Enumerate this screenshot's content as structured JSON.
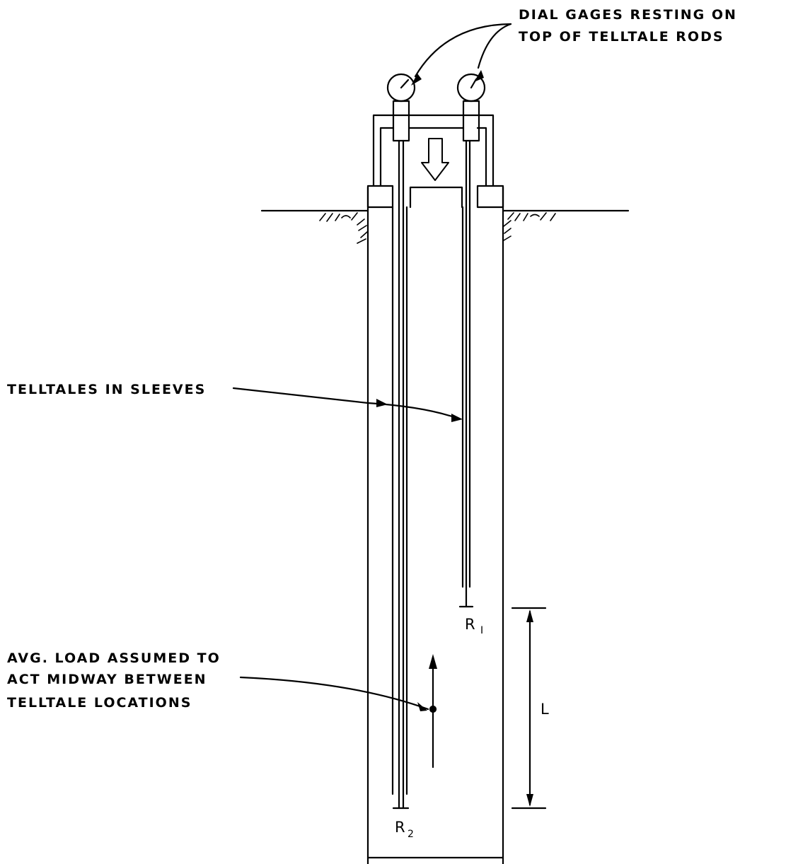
{
  "labels": {
    "dial_gages_line1": "DIAL  GAGES RESTING ON",
    "dial_gages_line2": "TOP OF TELLTALE RODS",
    "telltales": "TELLTALES IN SLEEVES",
    "avg_load_line1": "AVG. LOAD ASSUMED TO",
    "avg_load_line2": "ACT MIDWAY BETWEEN",
    "avg_load_line3": "TELLTALE LOCATIONS",
    "r1_main": "R",
    "r1_sub": "I",
    "r2_main": "R",
    "r2_sub": "2",
    "length": "L"
  },
  "colors": {
    "ink": "#000000",
    "background": "#ffffff"
  }
}
